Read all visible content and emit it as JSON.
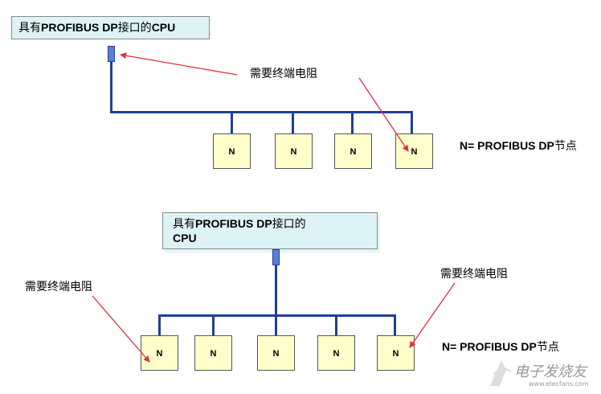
{
  "diagram_top": {
    "cpu_label_prefix": "具有",
    "cpu_label_bold": "PROFIBUS DP",
    "cpu_label_suffix": "接口的",
    "cpu_label_end": "CPU",
    "termination_label": "需要终端电阻",
    "nodes": [
      "N",
      "N",
      "N",
      "N"
    ],
    "legend_bold": "N= PROFIBUS DP",
    "legend_suffix": "节点"
  },
  "diagram_bottom": {
    "cpu_label_prefix": "具有",
    "cpu_label_bold": "PROFIBUS DP",
    "cpu_label_suffix": "接口的",
    "cpu_label_end": "CPU",
    "termination_label_left": "需要终端电阻",
    "termination_label_right": "需要终端电阻",
    "nodes": [
      "N",
      "N",
      "N",
      "N",
      "N"
    ],
    "legend_bold": "N= PROFIBUS DP",
    "legend_suffix": "节点"
  },
  "colors": {
    "bus": "#1f3f99",
    "node_fill": "#ffffcc",
    "cpu_fill": "#ddf3f5",
    "arrow": "#e03040"
  },
  "watermark": {
    "brand": "电子发烧友",
    "url": "www.elecfans.com"
  }
}
